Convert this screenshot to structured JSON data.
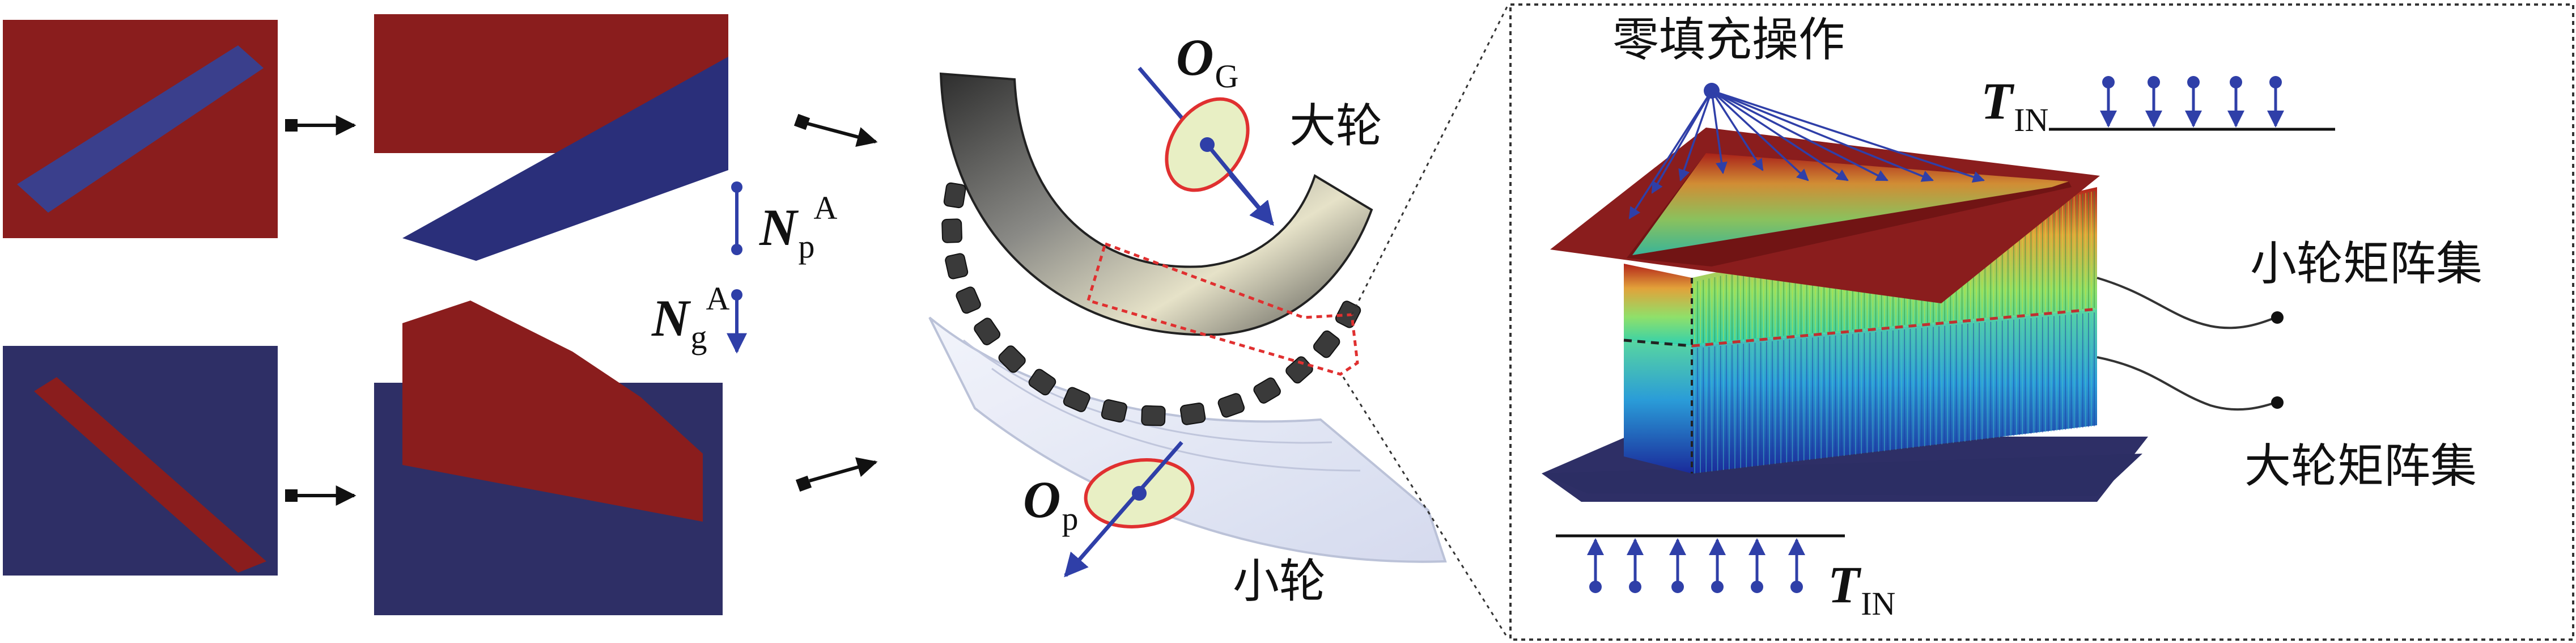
{
  "labels": {
    "o_g": {
      "main": "O",
      "sub": "G"
    },
    "o_p": {
      "main": "O",
      "sub": "p"
    },
    "gear_large": "大轮",
    "gear_small": "小轮",
    "n_p": {
      "main": "N",
      "sub": "p",
      "sup": "A"
    },
    "n_g": {
      "main": "N",
      "sub": "g",
      "sup": "A"
    },
    "zero_fill": "零填充操作",
    "t_in_top": {
      "main": "T",
      "sub": "IN"
    },
    "t_in_bottom": {
      "main": "T",
      "sub": "IN"
    },
    "pinion_matrix_set": "小轮矩阵集",
    "gear_matrix_set": "大轮矩阵集"
  },
  "colors": {
    "dark_red": "#8a1d1d",
    "dark_navy": "#2e2f66",
    "arrow_blue": "#2f3fa8",
    "axis_red": "#e03030",
    "ellipse_fill": "#e8efc4"
  }
}
